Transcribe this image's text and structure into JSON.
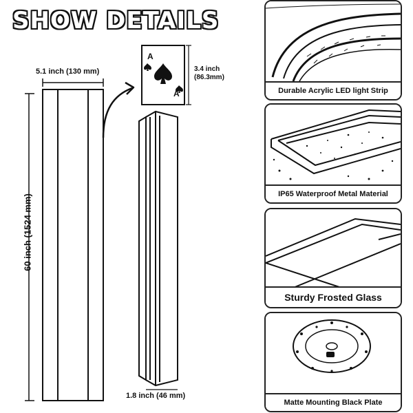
{
  "title": "SHOW DETAILS",
  "dimensions": {
    "width": "5.1 inch  (130 mm)",
    "height": "60 inch  (1524 mm)",
    "card_line1": "3.4 inch",
    "card_line2": "(86.3mm)",
    "depth": "1.8 inch (46 mm)"
  },
  "features": [
    {
      "label": "Durable Acrylic LED light Strip",
      "icon": "led-strip-closeup"
    },
    {
      "label": "IP65 Waterproof Metal Material",
      "icon": "metal-frame-closeup"
    },
    {
      "label": "Sturdy Frosted Glass",
      "icon": "frosted-glass-closeup"
    },
    {
      "label": "Matte Mounting Black Plate",
      "icon": "mounting-plate-closeup"
    }
  ],
  "colors": {
    "line": "#111111",
    "background": "#ffffff"
  }
}
